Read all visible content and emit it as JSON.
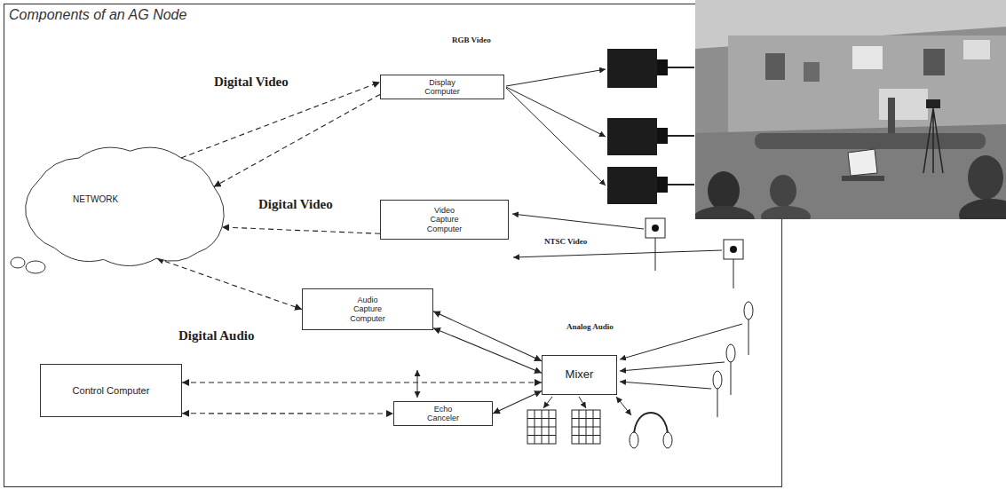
{
  "diagram": {
    "title": "Components of an AG Node",
    "nodes": [
      {
        "text": [
          "Display Computer"
        ]
      },
      {
        "text": [
          "NETWORK"
        ]
      },
      {
        "text": [
          "Video Capture Computer"
        ]
      },
      {
        "text": [
          "Audio Capture Computer"
        ]
      },
      {
        "text": [
          "Mixer"
        ]
      },
      {
        "text": [
          "Control Computer"
        ]
      },
      {
        "text": [
          "Echo Canceler"
        ]
      }
    ],
    "edges": [
      {
        "from": 1,
        "to": 0,
        "arrow": "to"
      },
      {
        "from": 0,
        "to": 1,
        "arrow": "to"
      },
      {
        "from": 2,
        "to": 1,
        "arrow": "to"
      },
      {
        "from": 1,
        "to": 3,
        "arrow": "both"
      },
      {
        "from": 3,
        "to": 4,
        "arrow": "both"
      },
      {
        "from": 3,
        "to": 4,
        "arrow": "both"
      },
      {
        "from": 5,
        "to": 4,
        "arrow": "both"
      },
      {
        "from": 5,
        "to": 6,
        "arrow": "both"
      },
      {
        "from": 6,
        "to": 4,
        "arrow": "both"
      }
    ],
    "labels": [
      "RGB Video",
      "Digital Video",
      "Digital Video",
      "NTSC Video",
      "Digital Audio",
      "Analog Audio"
    ]
  }
}
